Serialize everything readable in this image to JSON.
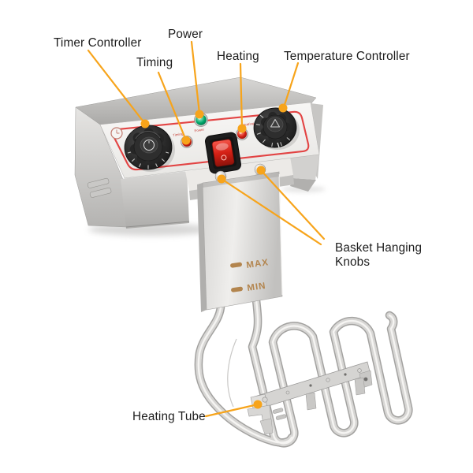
{
  "callouts": {
    "timer": {
      "label": "Timer Controller"
    },
    "timing": {
      "label": "Timing"
    },
    "power": {
      "label": "Power"
    },
    "heating": {
      "label": "Heating"
    },
    "temperature": {
      "label": "Temperature Controller"
    },
    "basket": {
      "line1": "Basket Hanging",
      "line2": "Knobs"
    },
    "heating_tube": {
      "label": "Heating Tube"
    }
  },
  "panel_markings": {
    "timing": "Timing",
    "power": "Power",
    "heating": "Heating"
  },
  "plate_markings": {
    "max": "MAX",
    "min": "MIN"
  },
  "colors": {
    "leader_line": "#F7A41B",
    "label_text": "#1C1C1C",
    "panel_border_red": "#E23A3A",
    "power_light_green": "#00A86B",
    "indicator_red": "#D42015",
    "marking_gold": "#B3854E",
    "steel_light": "#EDECEA",
    "steel_dark": "#B5B4B2"
  }
}
